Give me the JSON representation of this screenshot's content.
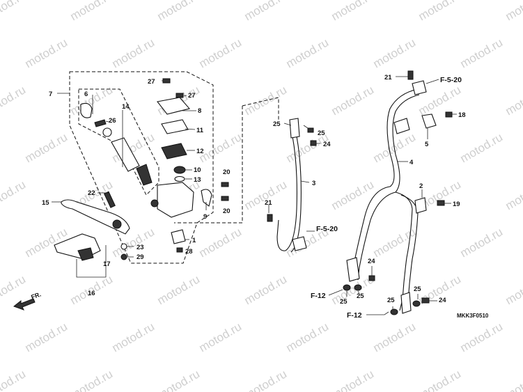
{
  "watermark": "motod.ru",
  "diagram_code": "MKK3F0510",
  "direction_label": "FR.",
  "callouts": {
    "n7": "7",
    "n6": "6",
    "n14": "14",
    "n26": "26",
    "n27a": "27",
    "n27b": "27",
    "n8": "8",
    "n11": "11",
    "n12": "12",
    "n10": "10",
    "n13": "13",
    "n9": "9",
    "n20a": "20",
    "n20b": "20",
    "n22": "22",
    "n15": "15",
    "n1": "1",
    "n28": "28",
    "n23": "23",
    "n29": "29",
    "n17": "17",
    "n16": "16",
    "n25a": "25",
    "n25b": "25",
    "n24a": "24",
    "n3": "3",
    "n21a": "21",
    "n21b": "21",
    "n18": "18",
    "n5": "5",
    "n4": "4",
    "n2": "2",
    "n19": "19",
    "n24b": "24",
    "n25c": "25",
    "n25d": "25",
    "n24c": "24",
    "n25e": "25",
    "n25f": "25"
  },
  "references": {
    "f520_top": "F-5-20",
    "f520_mid": "F-5-20",
    "f12_left": "F-12",
    "f12_bottom": "F-12"
  }
}
